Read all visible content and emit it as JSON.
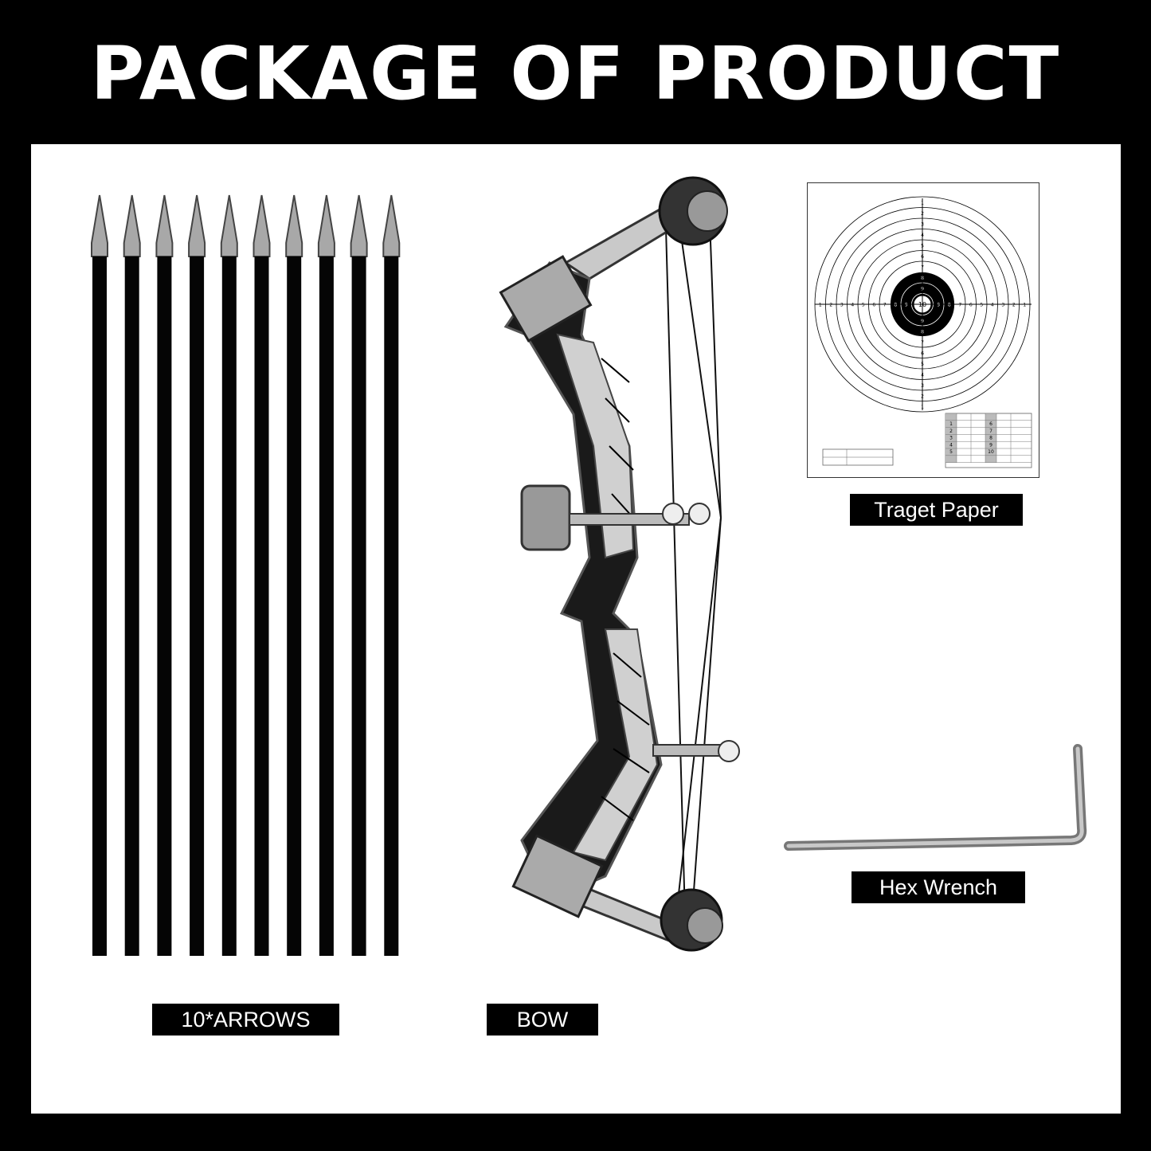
{
  "header": {
    "title": "PACKAGE OF PRODUCT"
  },
  "items": {
    "arrows_label": "10*ARROWS",
    "bow_label": "BOW",
    "target_label": "Traget Paper",
    "wrench_label": "Hex Wrench"
  },
  "target_ring_numbers": [
    "1",
    "2",
    "3",
    "4",
    "5",
    "6",
    "7",
    "8",
    "9",
    "10"
  ],
  "score_table": {
    "rows_left": [
      "1",
      "2",
      "3",
      "4",
      "5"
    ],
    "rows_right": [
      "6",
      "7",
      "8",
      "9",
      "10"
    ]
  },
  "colors": {
    "background": "#000000",
    "panel": "#ffffff",
    "label_bg": "#000000",
    "label_text": "#ffffff"
  }
}
